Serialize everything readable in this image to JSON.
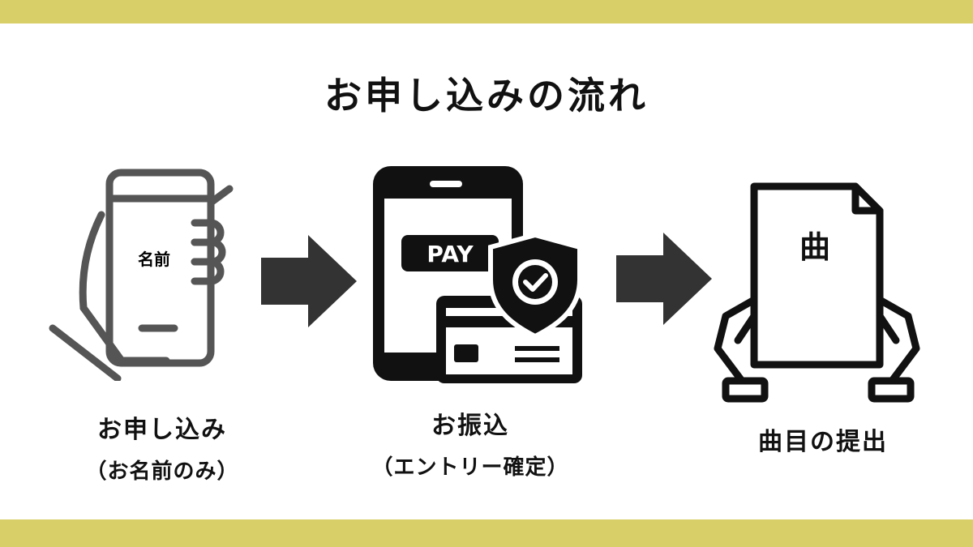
{
  "title": "お申し込みの流れ",
  "colors": {
    "accent_bar": "#D9CF68",
    "icon": "#111111",
    "arrow": "#333333"
  },
  "steps": [
    {
      "icon": "hand-phone-icon",
      "icon_label": "名前",
      "label": "お申し込み",
      "sub": "（お名前のみ）"
    },
    {
      "icon": "payment-phone-icon",
      "icon_label": "PAY",
      "label": "お振込",
      "sub": "（エントリー確定）"
    },
    {
      "icon": "document-hands-icon",
      "icon_label": "曲",
      "label": "曲目の提出"
    }
  ]
}
